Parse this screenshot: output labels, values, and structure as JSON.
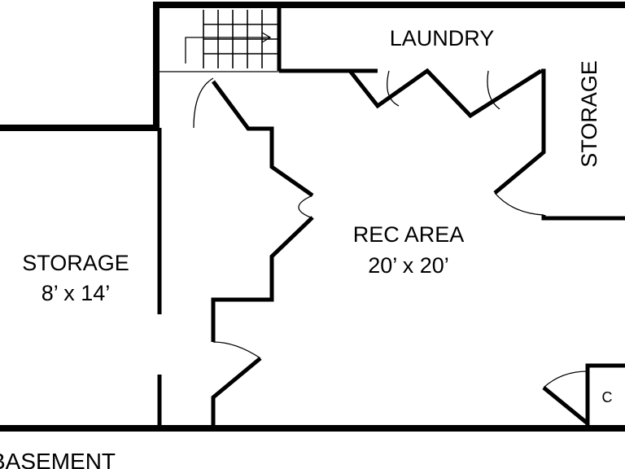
{
  "rooms": {
    "laundry": {
      "name": "LAUNDRY"
    },
    "storage_right": {
      "name": "STORAGE"
    },
    "rec_area": {
      "name": "REC AREA",
      "size": "20’ x 20’"
    },
    "storage_left": {
      "name": "STORAGE",
      "size": "8’ x 14’"
    },
    "closet": {
      "name": "C"
    }
  },
  "floor_label": "BASEMENT",
  "colors": {
    "wall": "#000000",
    "background": "#ffffff"
  }
}
